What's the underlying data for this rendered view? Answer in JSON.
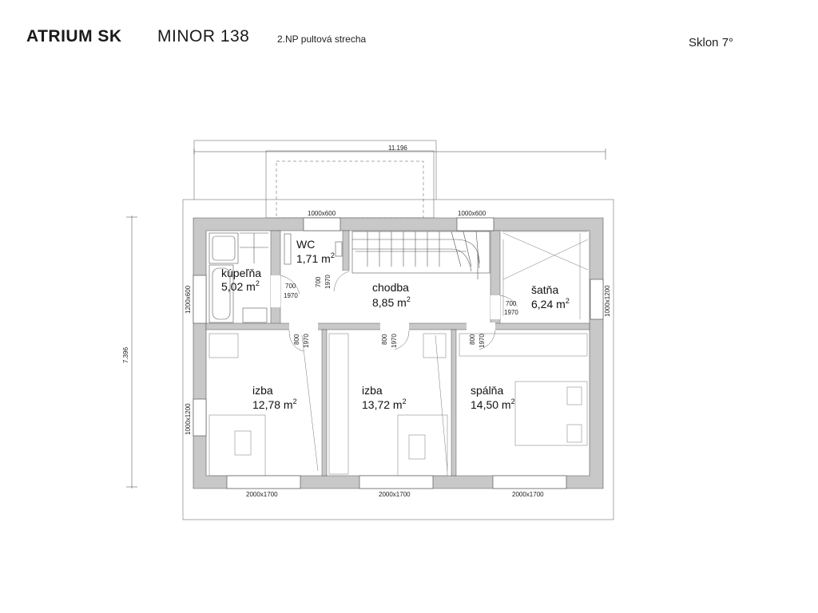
{
  "header": {
    "brand": "ATRIUM SK",
    "model": "MINOR 138",
    "floor": "2.NP pultová strecha",
    "slope": "Sklon 7°"
  },
  "rooms": [
    {
      "name": "kúpeľňa",
      "area": "5,02 m",
      "unit_sup": "2"
    },
    {
      "name": "WC",
      "area": "1,71 m",
      "unit_sup": "2"
    },
    {
      "name": "chodba",
      "area": "8,85 m",
      "unit_sup": "2"
    },
    {
      "name": "šatňa",
      "area": "6,24 m",
      "unit_sup": "2"
    },
    {
      "name": "izba",
      "area": "12,78 m",
      "unit_sup": "2"
    },
    {
      "name": "izba",
      "area": "13,72 m",
      "unit_sup": "2"
    },
    {
      "name": "spálňa",
      "area": "14,50 m",
      "unit_sup": "2"
    }
  ],
  "dimensions": {
    "overall_width": "11.196",
    "overall_depth": "7.396"
  },
  "windows": {
    "top_left": "1000x600",
    "top_right": "1000x600",
    "left_bath": "1200x600",
    "left_room": "1000x1200",
    "right_closet": "1000x1200",
    "bottom_1": "2000x1700",
    "bottom_2": "2000x1700",
    "bottom_3": "2000x1700"
  },
  "doors": {
    "bath": {
      "w": "700",
      "h": "1970"
    },
    "wc": {
      "w": "700",
      "h": "1970"
    },
    "closet": {
      "w": "700",
      "h": "1970"
    },
    "room1": {
      "w": "800",
      "h": "1970"
    },
    "room2": {
      "w": "800",
      "h": "1970"
    },
    "room3": {
      "w": "800",
      "h": "1970"
    }
  }
}
